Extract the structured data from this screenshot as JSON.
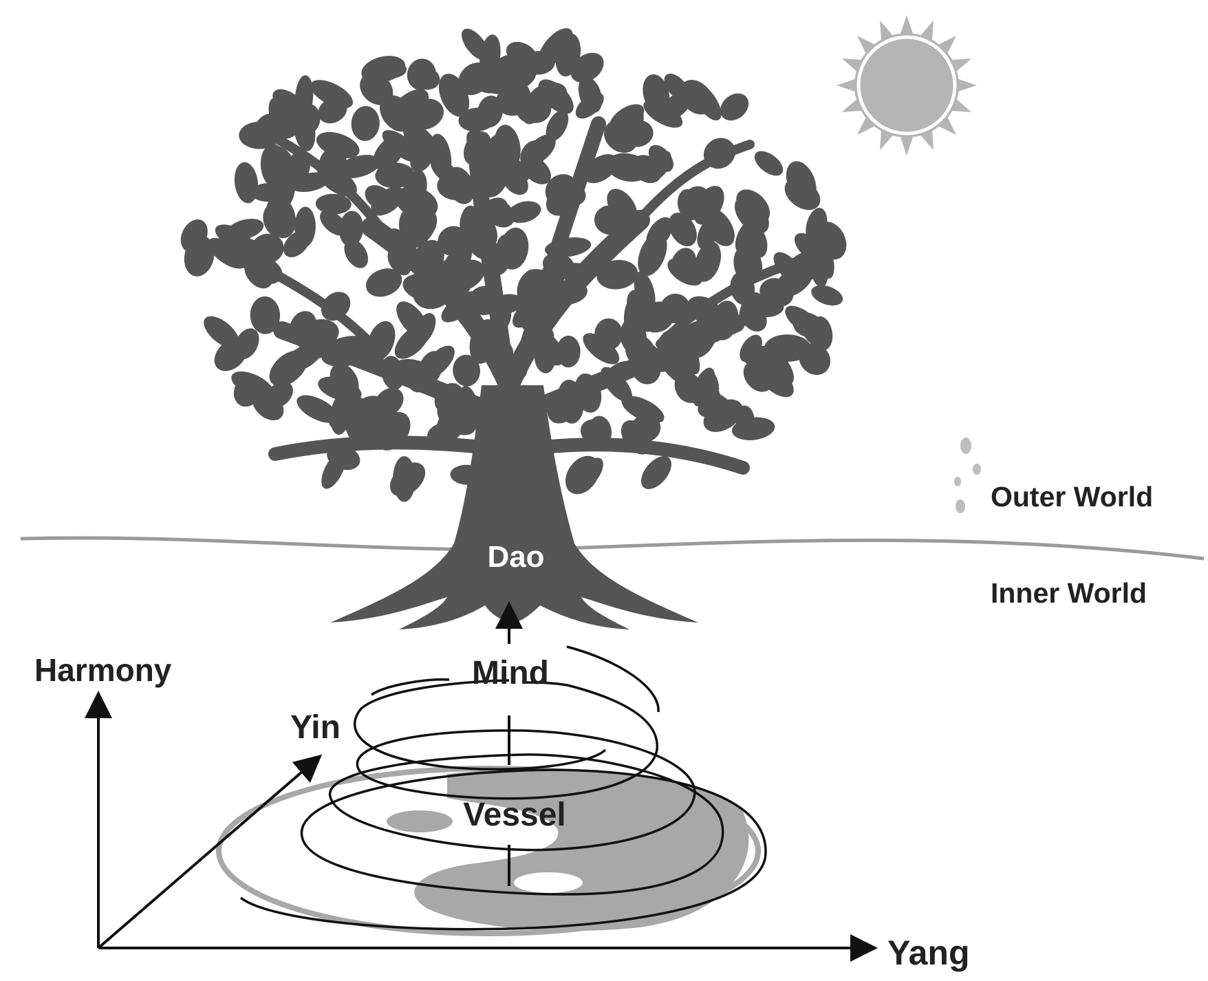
{
  "labels": {
    "dao": "Dao",
    "outer_world": "Outer World",
    "inner_world": "Inner World",
    "harmony": "Harmony",
    "mind": "Mind",
    "yin": "Yin",
    "vessel": "Vessel",
    "yang": "Yang"
  },
  "colors": {
    "tree": "#555555",
    "sun": "#b5b5b5",
    "sun_rim": "#ffffff",
    "yin_yang": "#a8a8a8",
    "text": "#222222",
    "line": "#111111",
    "horizon": "#9a9a9a"
  },
  "icons": {
    "tree": "oak-tree-icon",
    "sun": "sun-icon"
  }
}
